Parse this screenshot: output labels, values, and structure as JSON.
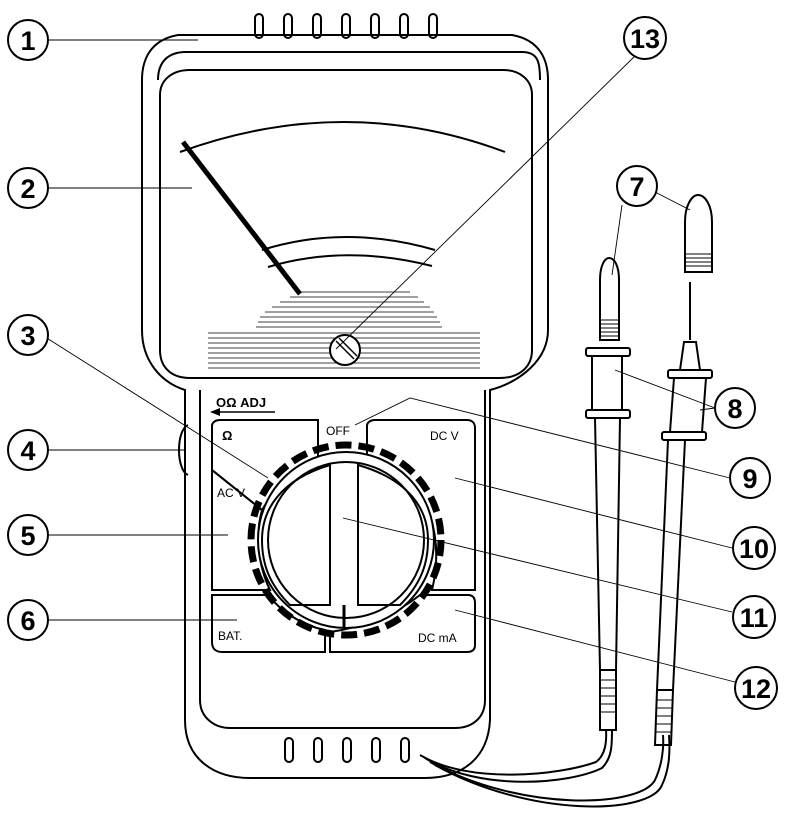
{
  "callouts": [
    "1",
    "2",
    "3",
    "4",
    "5",
    "6",
    "7",
    "8",
    "9",
    "10",
    "11",
    "12",
    "13"
  ],
  "labels": {
    "ohm_adj": "OΩ ADJ",
    "ohm": "Ω",
    "off": "OFF",
    "dc_v": "DC V",
    "ac_v": "AC V",
    "bat": "BAT.",
    "dc_ma": "DC mA"
  }
}
